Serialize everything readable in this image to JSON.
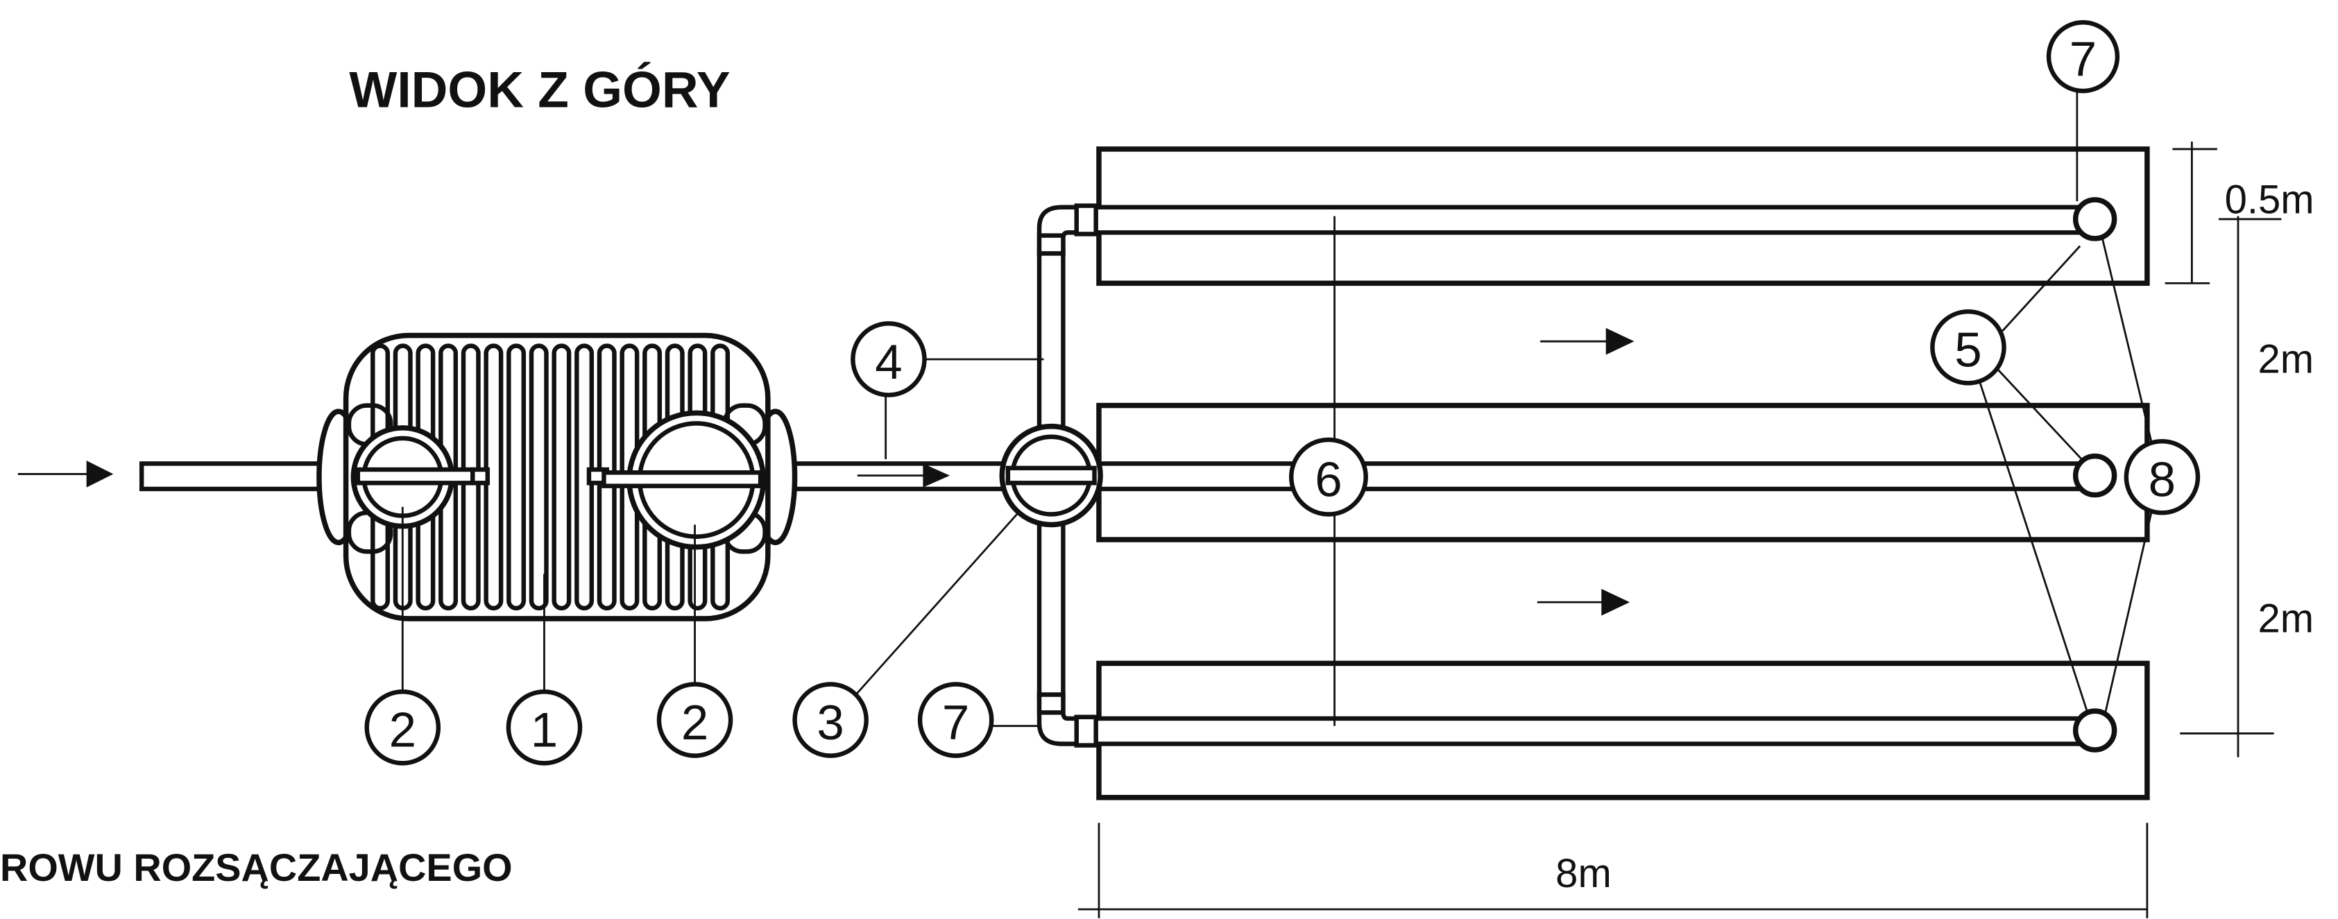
{
  "title": "WIDOK Z GÓRY",
  "caption": "ROWU ROZSĄCZAJĄCEGO",
  "callouts": {
    "top_right": "7",
    "pipe_upper": "4",
    "right_upper": "5",
    "center": "6",
    "far_right": "8",
    "bottom_left": "2",
    "bottom_tank": "1",
    "bottom_manhole": "2",
    "bottom_box": "3",
    "bottom_vent": "7"
  },
  "dimensions": {
    "upper": "0.5m",
    "spacing_1": "2m",
    "spacing_2": "2m",
    "length": "8m"
  },
  "colors": {
    "line": "#111111",
    "background": "#ffffff"
  }
}
